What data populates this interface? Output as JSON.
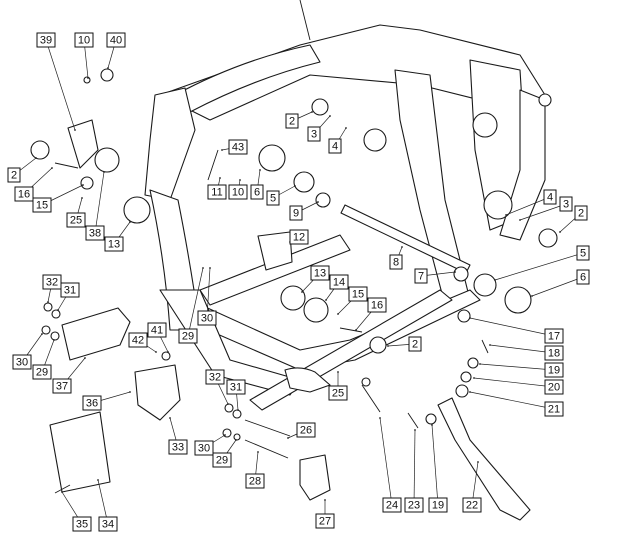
{
  "diagram": {
    "title": "Frame, Swingarm and Jiffy Stand Exploded View",
    "callouts": [
      {
        "id": "c39",
        "label": "39",
        "part": "frame-cover"
      },
      {
        "id": "c10a",
        "label": "10",
        "part": "screw"
      },
      {
        "id": "c40",
        "label": "40",
        "part": "clip"
      },
      {
        "id": "c2a",
        "label": "2",
        "part": "cap"
      },
      {
        "id": "c16a",
        "label": "16",
        "part": "bolt"
      },
      {
        "id": "c15a",
        "label": "15",
        "part": "spacer"
      },
      {
        "id": "c25a",
        "label": "25",
        "part": "bolt"
      },
      {
        "id": "c38",
        "label": "38",
        "part": "bearing-housing"
      },
      {
        "id": "c13a",
        "label": "13",
        "part": "boot"
      },
      {
        "id": "c2b",
        "label": "2",
        "part": "cap"
      },
      {
        "id": "c3a",
        "label": "3",
        "part": "screw"
      },
      {
        "id": "c4a",
        "label": "4",
        "part": "washer"
      },
      {
        "id": "c43",
        "label": "43",
        "part": "tie"
      },
      {
        "id": "c11",
        "label": "11",
        "part": "clip"
      },
      {
        "id": "c10b",
        "label": "10",
        "part": "screw"
      },
      {
        "id": "c6a",
        "label": "6",
        "part": "bushing"
      },
      {
        "id": "c5a",
        "label": "5",
        "part": "bushing"
      },
      {
        "id": "c9",
        "label": "9",
        "part": "sleeve"
      },
      {
        "id": "c12",
        "label": "12",
        "part": "cover"
      },
      {
        "id": "c8",
        "label": "8",
        "part": "pivot-shaft"
      },
      {
        "id": "c4b",
        "label": "4",
        "part": "washer"
      },
      {
        "id": "c3b",
        "label": "3",
        "part": "screw"
      },
      {
        "id": "c2c",
        "label": "2",
        "part": "cap"
      },
      {
        "id": "c7",
        "label": "7",
        "part": "spacer"
      },
      {
        "id": "c5b",
        "label": "5",
        "part": "bushing"
      },
      {
        "id": "c6b",
        "label": "6",
        "part": "bushing"
      },
      {
        "id": "c13b",
        "label": "13",
        "part": "boot"
      },
      {
        "id": "c14",
        "label": "14",
        "part": "bearing-housing"
      },
      {
        "id": "c15b",
        "label": "15",
        "part": "spacer"
      },
      {
        "id": "c16b",
        "label": "16",
        "part": "bolt"
      },
      {
        "id": "c2d",
        "label": "2",
        "part": "cap"
      },
      {
        "id": "c32a",
        "label": "32",
        "part": "nut"
      },
      {
        "id": "c31a",
        "label": "31",
        "part": "washer"
      },
      {
        "id": "c30a",
        "label": "30",
        "part": "nut"
      },
      {
        "id": "c29a",
        "label": "29",
        "part": "washer"
      },
      {
        "id": "c37",
        "label": "37",
        "part": "bracket"
      },
      {
        "id": "c42",
        "label": "42",
        "part": "screw"
      },
      {
        "id": "c41",
        "label": "41",
        "part": "nut"
      },
      {
        "id": "c29b",
        "label": "29",
        "part": "washer"
      },
      {
        "id": "c30b",
        "label": "30",
        "part": "nut"
      },
      {
        "id": "c36",
        "label": "36",
        "part": "bracket"
      },
      {
        "id": "c33",
        "label": "33",
        "part": "plate"
      },
      {
        "id": "c35",
        "label": "35",
        "part": "bolt"
      },
      {
        "id": "c34",
        "label": "34",
        "part": "regulator"
      },
      {
        "id": "c32b",
        "label": "32",
        "part": "nut"
      },
      {
        "id": "c31b",
        "label": "31",
        "part": "washer"
      },
      {
        "id": "c30c",
        "label": "30",
        "part": "nut"
      },
      {
        "id": "c29c",
        "label": "29",
        "part": "washer"
      },
      {
        "id": "c26",
        "label": "26",
        "part": "stud"
      },
      {
        "id": "c28",
        "label": "28",
        "part": "stud"
      },
      {
        "id": "c27",
        "label": "27",
        "part": "mount"
      },
      {
        "id": "c25b",
        "label": "25",
        "part": "bolt"
      },
      {
        "id": "c17",
        "label": "17",
        "part": "plug"
      },
      {
        "id": "c18",
        "label": "18",
        "part": "pin"
      },
      {
        "id": "c19a",
        "label": "19",
        "part": "washer"
      },
      {
        "id": "c20",
        "label": "20",
        "part": "retaining-ring"
      },
      {
        "id": "c21",
        "label": "21",
        "part": "bushing"
      },
      {
        "id": "c24",
        "label": "24",
        "part": "spring"
      },
      {
        "id": "c23",
        "label": "23",
        "part": "cotter-pin"
      },
      {
        "id": "c19b",
        "label": "19",
        "part": "washer"
      },
      {
        "id": "c22",
        "label": "22",
        "part": "jiffy-stand"
      }
    ]
  }
}
